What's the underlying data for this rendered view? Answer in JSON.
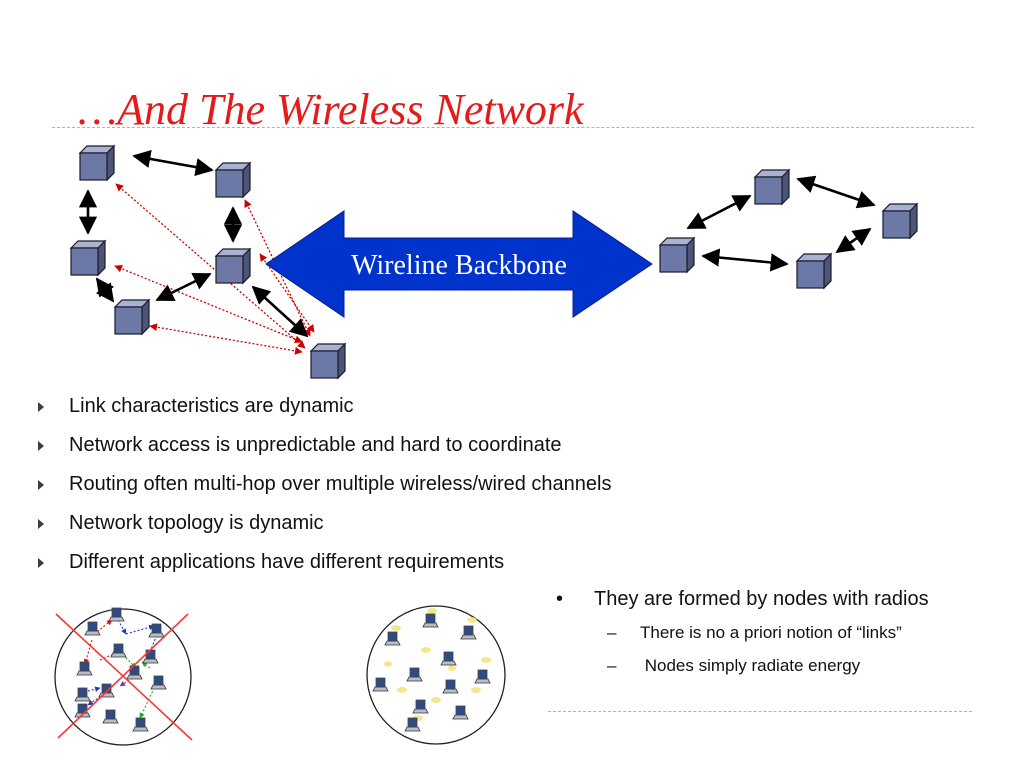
{
  "title": "…And The Wireless Network",
  "backbone_label": "Wireline Backbone",
  "bullets": [
    "Link characteristics are dynamic",
    "Network access is unpredictable and hard to coordinate",
    "Routing often multi-hop over multiple wireless/wired channels",
    "Network topology is dynamic",
    "Different applications have different requirements"
  ],
  "right_notes": {
    "bullet_symbol": "•",
    "main": "They are formed by nodes with radios",
    "dash_symbol": "–",
    "sub": [
      "There is no a priori notion of “links”",
      " Nodes simply radiate energy"
    ]
  },
  "colors": {
    "title": "#e31b1b",
    "backbone_arrow": "#0033cc",
    "node_face": "#6c78a6",
    "wireless_link": "#cc0000",
    "wired_link": "#000000",
    "cross_out": "#ff3333"
  }
}
